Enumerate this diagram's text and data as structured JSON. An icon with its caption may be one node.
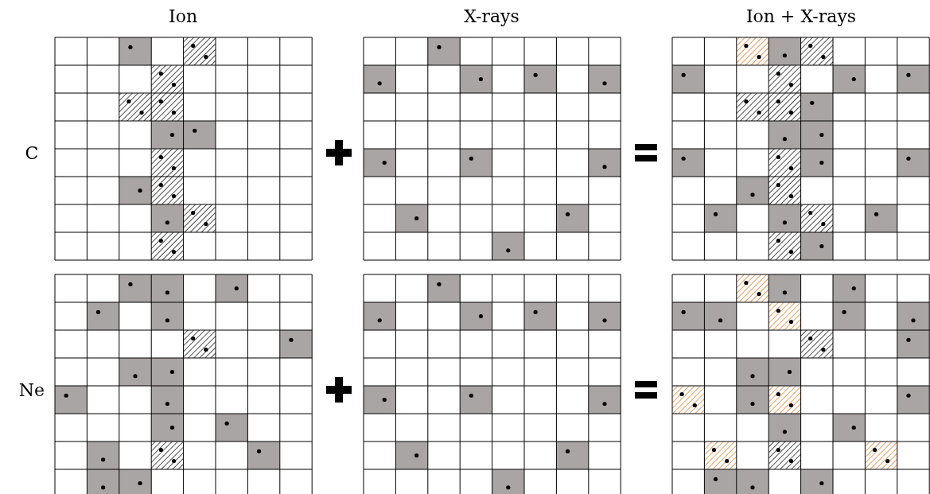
{
  "diagram": {
    "labels": [
      "Ion",
      "X-rays",
      "Ion + X-rays",
      "C",
      "Ne"
    ]
  }
}
